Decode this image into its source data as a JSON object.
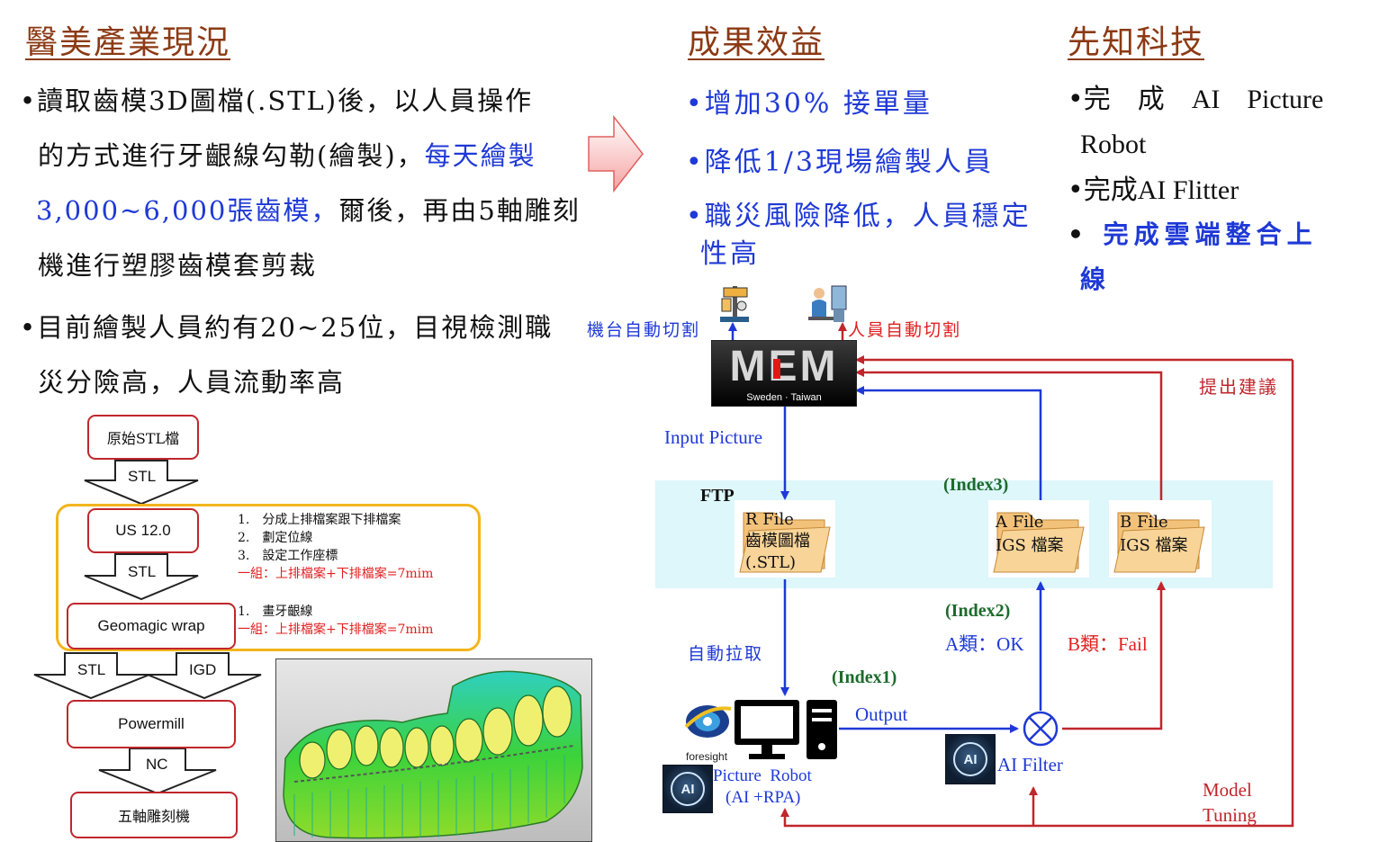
{
  "headings": {
    "industry": "醫美產業現況",
    "results": "成果效益",
    "company": "先知科技"
  },
  "left": {
    "p1_line1": "讀取齒模3D圖檔(.STL)後，以人員操作",
    "p1_line2_a": "的方式進行牙齦線勾勒(繪製)，",
    "p1_line2_b": "每天繪製",
    "p1_line3_a": "3,000~6,000張齒模，",
    "p1_line3_b": "爾後，再由5軸雕刻",
    "p1_line4": "機進行塑膠齒模套剪裁",
    "p2_line1": "目前繪製人員約有20~25位，目視檢測職",
    "p2_line2": "災分險高，人員流動率高"
  },
  "results": {
    "r1": "增加30% 接單量",
    "r2": "降低1/3現場繪製人員",
    "r3_line1": "職災風險降低，人員穩定",
    "r3_line2": "性高"
  },
  "company": {
    "c1_line1": "完　成　AI　Picture",
    "c1_line2": "Robot",
    "c2": "完成AI Flitter",
    "c3_line1": "完成雲端整合上",
    "c3_line2": "線"
  },
  "flow": {
    "original": "原始STL檔",
    "arrow1": "STL",
    "us": "US 12.0",
    "arrow2": "STL",
    "geomagic": "Geomagic wrap",
    "arrow3a": "STL",
    "arrow3b": "IGD",
    "powermill": "Powermill",
    "arrow4": "NC",
    "machine": "五軸雕刻機",
    "us_steps": [
      "1.　分成上排檔案跟下排檔案",
      "2.　劃定位線",
      "3.　設定工作座標"
    ],
    "us_note": "一組：上排檔案+下排檔案=7mim",
    "geo_steps": [
      "1.　畫牙齦線"
    ],
    "geo_note": "一組：上排檔案+下排檔案=7mim"
  },
  "diagram": {
    "machine_cut": "機台自動切割",
    "human_cut": "人員自動切割",
    "logo_main": "MEM",
    "logo_sub": "Sweden · Taiwan",
    "input_picture": "Input Picture",
    "suggest": "提出建議",
    "ftp": "FTP",
    "index3": "(Index3)",
    "index2": "(Index2)",
    "index1": "(Index1)",
    "r_file": [
      "R File",
      "齒模圖檔",
      "(.STL)"
    ],
    "a_file": [
      "A File",
      "IGS 檔案"
    ],
    "b_file": [
      "B File",
      "IGS 檔案"
    ],
    "auto_fetch": "自動拉取",
    "a_ok": "A類：OK",
    "b_fail": "B類：Fail",
    "output": "Output",
    "foresight": "foresight",
    "ai_badge": "AI",
    "picture_robot": "Picture  Robot",
    "ai_rpa": "(AI +RPA)",
    "ai_filter": "AI Filter",
    "model": "Model",
    "tuning": "Tuning"
  },
  "colors": {
    "heading": "#8b3a14",
    "blue": "#1f39d6",
    "red_line": "#c0262c",
    "green": "#1c6b2b",
    "ftp_band": "#ddf7fb"
  }
}
